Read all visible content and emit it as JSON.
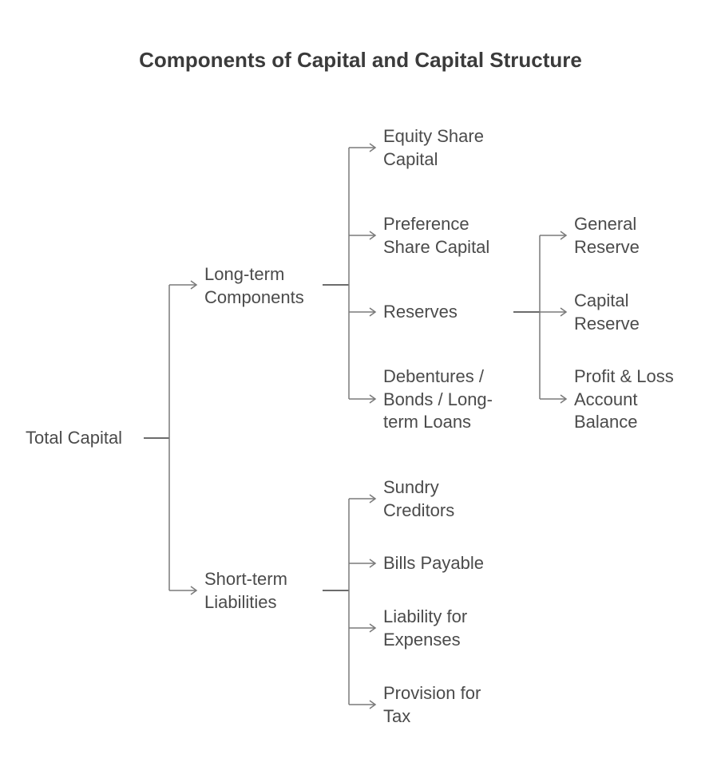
{
  "title": "Components of Capital and Capital Structure",
  "colors": {
    "line": "#7a7a7a",
    "line_dark": "#3c3c3c",
    "text": "#4b4b4b",
    "title": "#3b3b3b",
    "background": "#ffffff"
  },
  "tree": {
    "root": "Total Capital",
    "long_term": {
      "label": "Long-term\nComponents",
      "children": [
        "Equity Share\nCapital",
        "Preference\nShare Capital",
        "Reserves",
        "Debentures /\nBonds / Long-\nterm Loans"
      ],
      "reserves_children": [
        "General\nReserve",
        "Capital\nReserve",
        "Profit & Loss\nAccount\nBalance"
      ]
    },
    "short_term": {
      "label": "Short-term\nLiabilities",
      "children": [
        "Sundry\nCreditors",
        "Bills Payable",
        "Liability for\nExpenses",
        "Provision for\nTax"
      ]
    }
  }
}
